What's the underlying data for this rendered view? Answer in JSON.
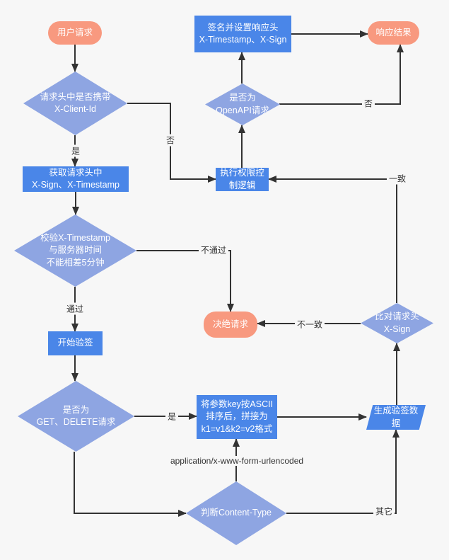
{
  "colors": {
    "process_fill": "#4a86e8",
    "decision_fill": "#8ea5e2",
    "terminal_fill": "#f8997f",
    "line": "#333333",
    "background": "#f7f7f7",
    "node_text": "#ffffff",
    "label_text": "#333333"
  },
  "nodes": {
    "user_request": "用户请求",
    "sign_headers": "签名并设置响应头\nX-Timestamp、X-Sign",
    "response_result": "响应结果",
    "check_client_id": "请求头中是否携带\nX-Client-Id",
    "is_openapi": "是否为\nOpenAPI请求",
    "get_headers": "获取请求头中\nX-Sign、X-Timestamp",
    "exec_permission": "执行权限控\n制逻辑",
    "check_timestamp": "校验X-Timestamp\n与服务器时间\n不能相差5分钟",
    "reject_request": "决绝请求",
    "compare_sign": "比对请求头\nX-Sign",
    "start_verify": "开始验签",
    "is_get_delete": "是否为\nGET、DELETE请求",
    "sort_params": "将参数key按ASCII\n排序后，拼接为\nk1=v1&k2=v2格式",
    "gen_verify_data": "生成验签数\n据",
    "judge_content_type": "判断Content-Type"
  },
  "edges": {
    "no_client_id": "否",
    "yes_client_id": "是",
    "ts_fail": "不通过",
    "ts_pass": "通过",
    "yes_get_delete": "是",
    "form_urlencoded": "application/x-www-form-urlencoded",
    "other": "其它",
    "sign_mismatch": "不一致",
    "sign_match": "一致",
    "not_openapi": "否"
  }
}
